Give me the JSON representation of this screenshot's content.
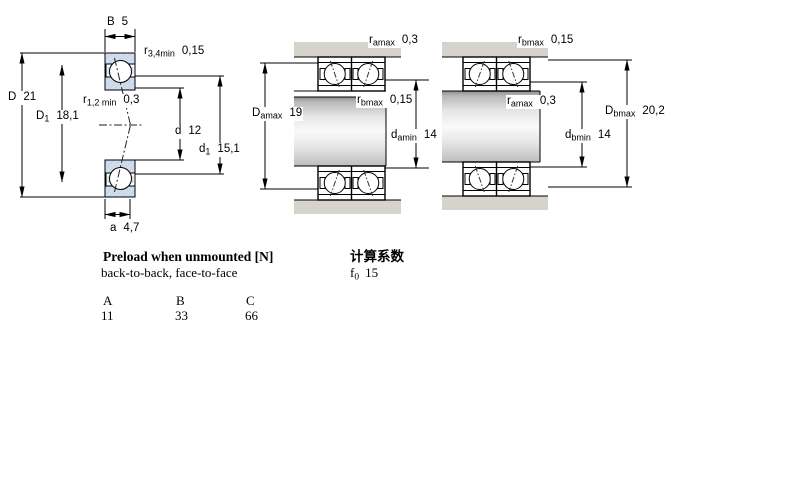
{
  "left_figure": {
    "labels": {
      "B": {
        "b": "B",
        "s": "",
        "v": "5"
      },
      "r34": {
        "b": "r",
        "s": "3,4min",
        "v": "0,15"
      },
      "D": {
        "b": "D",
        "s": "",
        "v": "21"
      },
      "D1": {
        "b": "D",
        "s": "1",
        "v": "18,1"
      },
      "r12": {
        "b": "r",
        "s": "1,2 min",
        "v": "0,3"
      },
      "d": {
        "b": "d",
        "s": "",
        "v": "12"
      },
      "d1": {
        "b": "d",
        "s": "1",
        "v": "15,1"
      },
      "a": {
        "b": "a",
        "s": "",
        "v": "4,7"
      }
    }
  },
  "middle_figure": {
    "labels": {
      "ramax": {
        "b": "r",
        "s": "amax",
        "v": "0,3"
      },
      "rbmax": {
        "b": "r",
        "s": "bmax",
        "v": "0,15"
      },
      "Damax": {
        "b": "D",
        "s": "amax",
        "v": "19"
      },
      "damin": {
        "b": "d",
        "s": "amin",
        "v": "14"
      }
    }
  },
  "right_figure": {
    "labels": {
      "rbmax": {
        "b": "r",
        "s": "bmax",
        "v": "0,15"
      },
      "ramax": {
        "b": "r",
        "s": "amax",
        "v": "0,3"
      },
      "Dbmax": {
        "b": "D",
        "s": "bmax",
        "v": "20,2"
      },
      "dbmin": {
        "b": "d",
        "s": "bmin",
        "v": "14"
      }
    }
  },
  "preload": {
    "title": "Preload when unmounted [N]",
    "subtitle": "back-to-back, face-to-face",
    "columns": [
      "A",
      "B",
      "C"
    ],
    "values": [
      "11",
      "33",
      "66"
    ]
  },
  "calculation": {
    "title": "计算系数",
    "f0": {
      "b": "f",
      "s": "0",
      "v": "15"
    }
  },
  "colors": {
    "bearing_fill": "#cfdded",
    "housing_fill": "#d5d3cb"
  }
}
